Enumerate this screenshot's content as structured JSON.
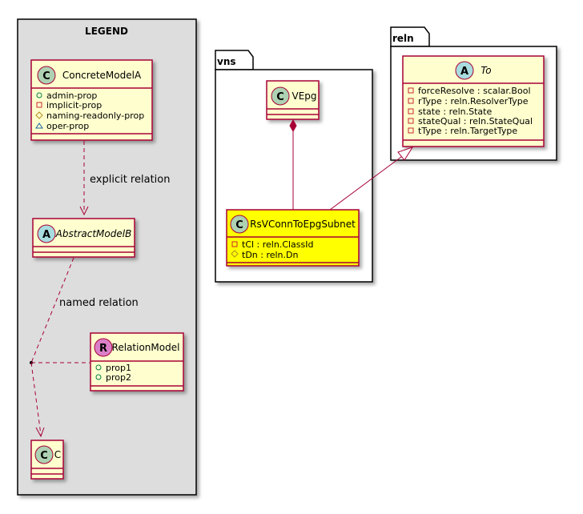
{
  "legend": {
    "title": "LEGEND",
    "concrete_model": {
      "stereotype_letter": "C",
      "name": "ConcreteModelA",
      "props": [
        "admin-prop",
        "implicit-prop",
        "naming-readonly-prop",
        "oper-prop"
      ]
    },
    "abstract_model": {
      "stereotype_letter": "A",
      "name": "AbstractModelB"
    },
    "relation_model": {
      "stereotype_letter": "R",
      "name": "RelationModel",
      "props": [
        "prop1",
        "prop2"
      ]
    },
    "c_model": {
      "stereotype_letter": "C",
      "name": "C"
    },
    "explicit_relation_label": "explicit relation",
    "named_relation_label": "named relation"
  },
  "vns": {
    "name": "vns",
    "vepg": {
      "stereotype_letter": "C",
      "name": "VEpg"
    },
    "rsv": {
      "stereotype_letter": "C",
      "name": "RsVConnToEpgSubnet",
      "attrs": [
        "tCl : reln.ClassId",
        "tDn : reln.Dn"
      ]
    }
  },
  "reln": {
    "name": "reln",
    "to": {
      "stereotype_letter": "A",
      "name": "To",
      "attrs": [
        "forceResolve : scalar.Bool",
        "rType : reln.ResolverType",
        "state : reln.State",
        "stateQual : reln.StateQual",
        "tType : reln.TargetType"
      ]
    }
  },
  "colors": {
    "class_fill": "#FEFECE",
    "class_border": "#A80036",
    "highlight_fill": "#FFFF00",
    "legend_fill": "#DDDDDD",
    "circle_c": "#ADD1B2",
    "circle_a": "#A9DCDF",
    "circle_r": "#DB7FC8"
  }
}
